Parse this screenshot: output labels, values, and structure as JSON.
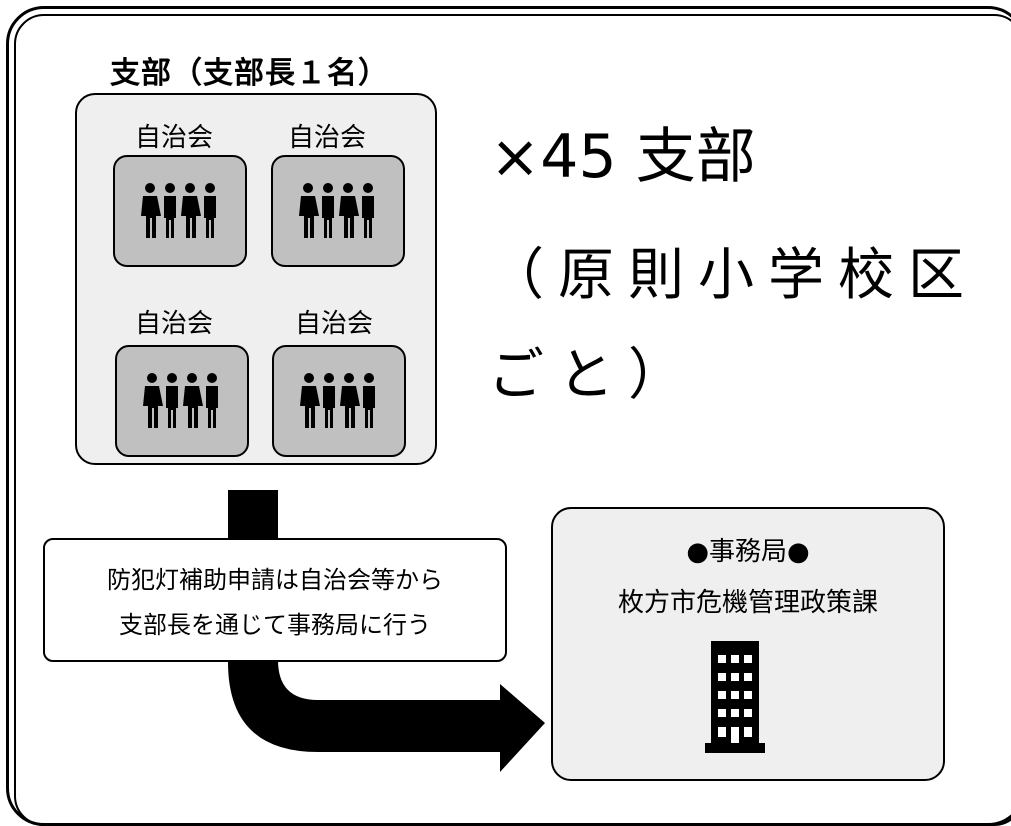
{
  "branch": {
    "title": "支部（支部長１名）",
    "associations": [
      {
        "label": "自治会"
      },
      {
        "label": "自治会"
      },
      {
        "label": "自治会"
      },
      {
        "label": "自治会"
      }
    ]
  },
  "summary": {
    "multiplier": "×45 支部",
    "scope_line1": "（原則小学校区",
    "scope_line2": "ごと）"
  },
  "note": {
    "line1": "防犯灯補助申請は自治会等から",
    "line2": "支部長を通じて事務局に行う"
  },
  "office": {
    "heading": "●事務局●",
    "name": "枚方市危機管理政策課"
  },
  "icons": {
    "association": "people-group-icon",
    "office": "office-building-icon"
  },
  "colors": {
    "branch_fill": "#efefef",
    "tile_fill": "#c0c0c0",
    "office_fill": "#efefef",
    "arrow": "#000000"
  }
}
